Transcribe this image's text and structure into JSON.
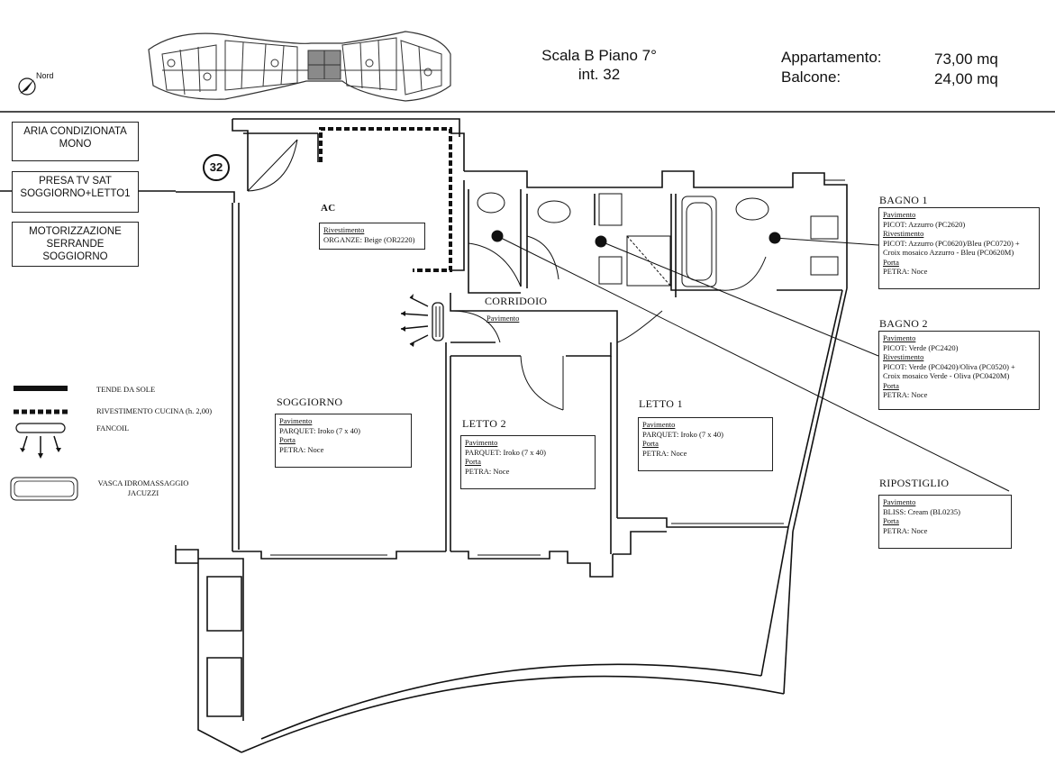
{
  "header": {
    "building": "Scala B Piano 7°",
    "unit": "int. 32",
    "area_label": "Appartamento:",
    "area_value": "73,00 mq",
    "balcony_label": "Balcone:",
    "balcony_value": "24,00 mq",
    "north": "Nord"
  },
  "apartment_badge": "32",
  "legend_boxes": [
    {
      "line1": "ARIA CONDIZIONATA",
      "line2": "MONO",
      "line3": ""
    },
    {
      "line1": "PRESA TV SAT",
      "line2": "SOGGIORNO+LETTO1",
      "line3": ""
    },
    {
      "line1": "MOTORIZZAZIONE",
      "line2": "SERRANDE",
      "line3": "SOGGIORNO"
    }
  ],
  "key": {
    "awning": "TENDE DA SOLE",
    "kitchen_tiles": "RIVESTIMENTO CUCINA  (h. 2,00)",
    "fancoil": "FANCOIL",
    "tub_line1": "VASCA IDROMASSAGGIO",
    "tub_line2": "JACUZZI"
  },
  "rooms": {
    "ac": {
      "name": "AC",
      "heading": "Rivestimento",
      "value": "ORGANZE: Beige (OR2220)"
    },
    "corridoio": {
      "name": "CORRIDOIO",
      "heading": "Pavimento"
    },
    "soggiorno": {
      "name": "SOGGIORNO",
      "h1": "Pavimento",
      "v1": "PARQUET: Iroko (7 x 40)",
      "h2": "Porta",
      "v2": "PETRA: Noce"
    },
    "letto2": {
      "name": "LETTO 2",
      "h1": "Pavimento",
      "v1": "PARQUET: Iroko (7 x 40)",
      "h2": "Porta",
      "v2": "PETRA: Noce"
    },
    "letto1": {
      "name": "LETTO 1",
      "h1": "Pavimento",
      "v1": "PARQUET: Iroko (7 x 40)",
      "h2": "Porta",
      "v2": "PETRA: Noce"
    },
    "bagno1": {
      "name": "BAGNO 1",
      "h1": "Pavimento",
      "v1": "PICOT: Azzurro (PC2620)",
      "h2": "Rivestimento",
      "v2a": "PICOT: Azzurro (PC0620)/Bleu (PC0720) +",
      "v2b": "Croix mosaico Azzurro - Bleu (PC0620M)",
      "h3": "Porta",
      "v3": "PETRA: Noce"
    },
    "bagno2": {
      "name": "BAGNO 2",
      "h1": "Pavimento",
      "v1": "PICOT: Verde (PC2420)",
      "h2": "Rivestimento",
      "v2a": "PICOT: Verde (PC0420)/Oliva (PC0520) +",
      "v2b": "Croix mosaico Verde - Oliva (PC0420M)",
      "h3": "Porta",
      "v3": "PETRA: Noce"
    },
    "ripostiglio": {
      "name": "RIPOSTIGLIO",
      "h1": "Pavimento",
      "v1": "BLISS: Cream (BL0235)",
      "h2": "Porta",
      "v2": "PETRA: Noce"
    }
  }
}
